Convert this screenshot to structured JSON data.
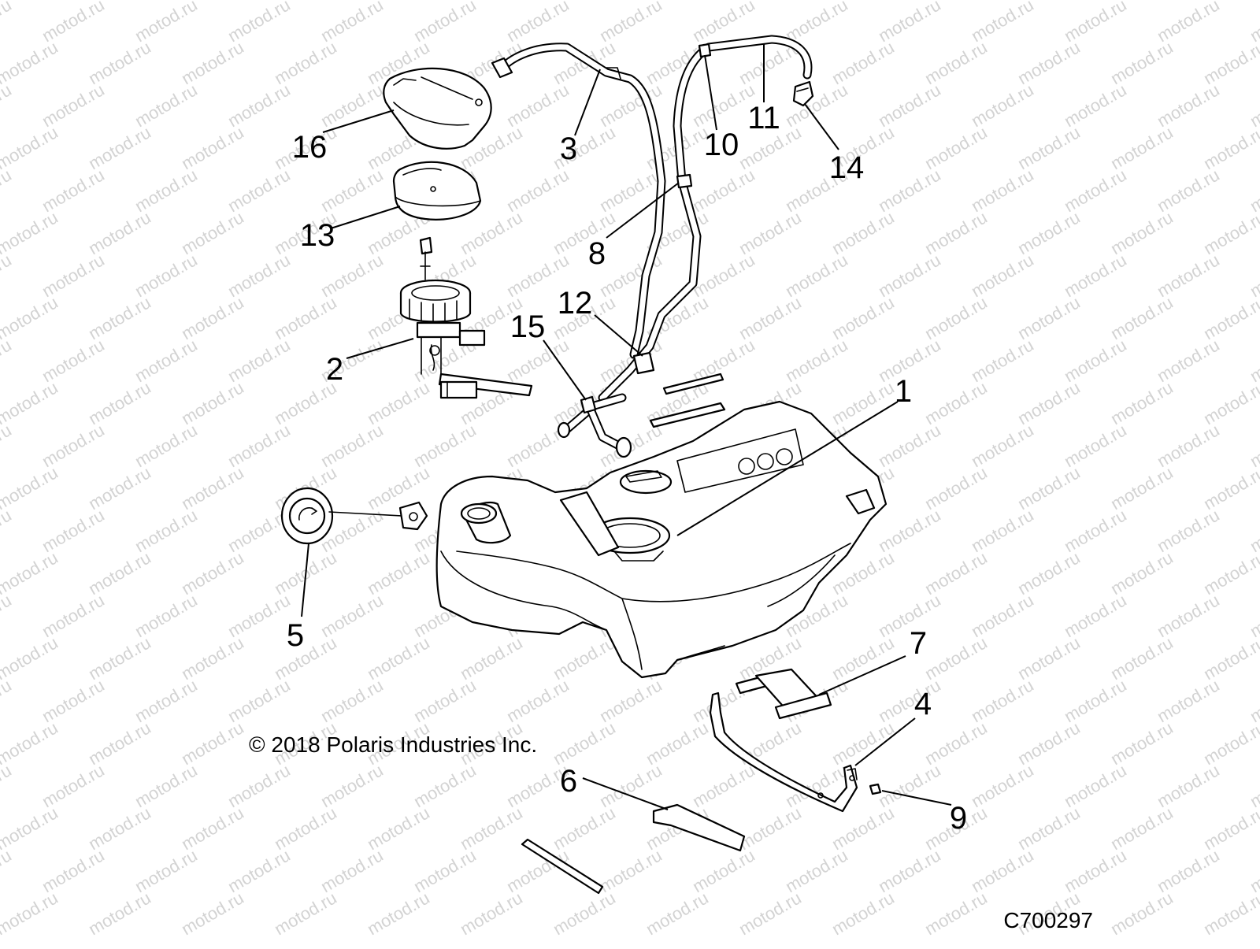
{
  "watermark": "motod.ru",
  "copyright": "© 2018 Polaris Industries Inc.",
  "diagram_code": "C700297",
  "callouts": [
    "1",
    "2",
    "3",
    "4",
    "5",
    "6",
    "7",
    "8",
    "9",
    "10",
    "11",
    "12",
    "13",
    "14",
    "15",
    "16"
  ]
}
